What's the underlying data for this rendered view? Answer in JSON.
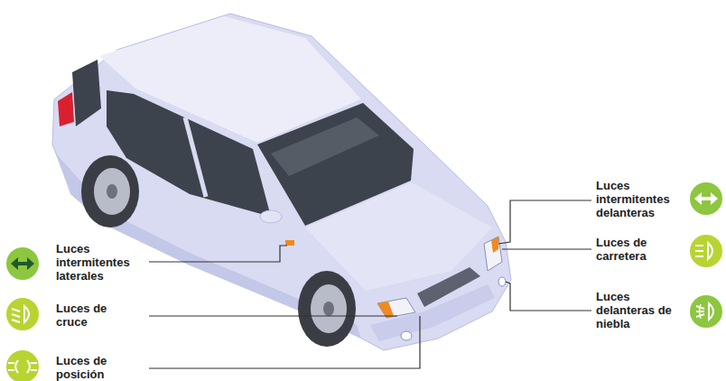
{
  "diagram": {
    "labels": [
      "Luces intermitentes laterales",
      "Luces de cruce",
      "Luces de posición",
      "Luces intermitentes delanteras",
      "Luces de carretera",
      "Luces delanteras de niebla"
    ]
  }
}
